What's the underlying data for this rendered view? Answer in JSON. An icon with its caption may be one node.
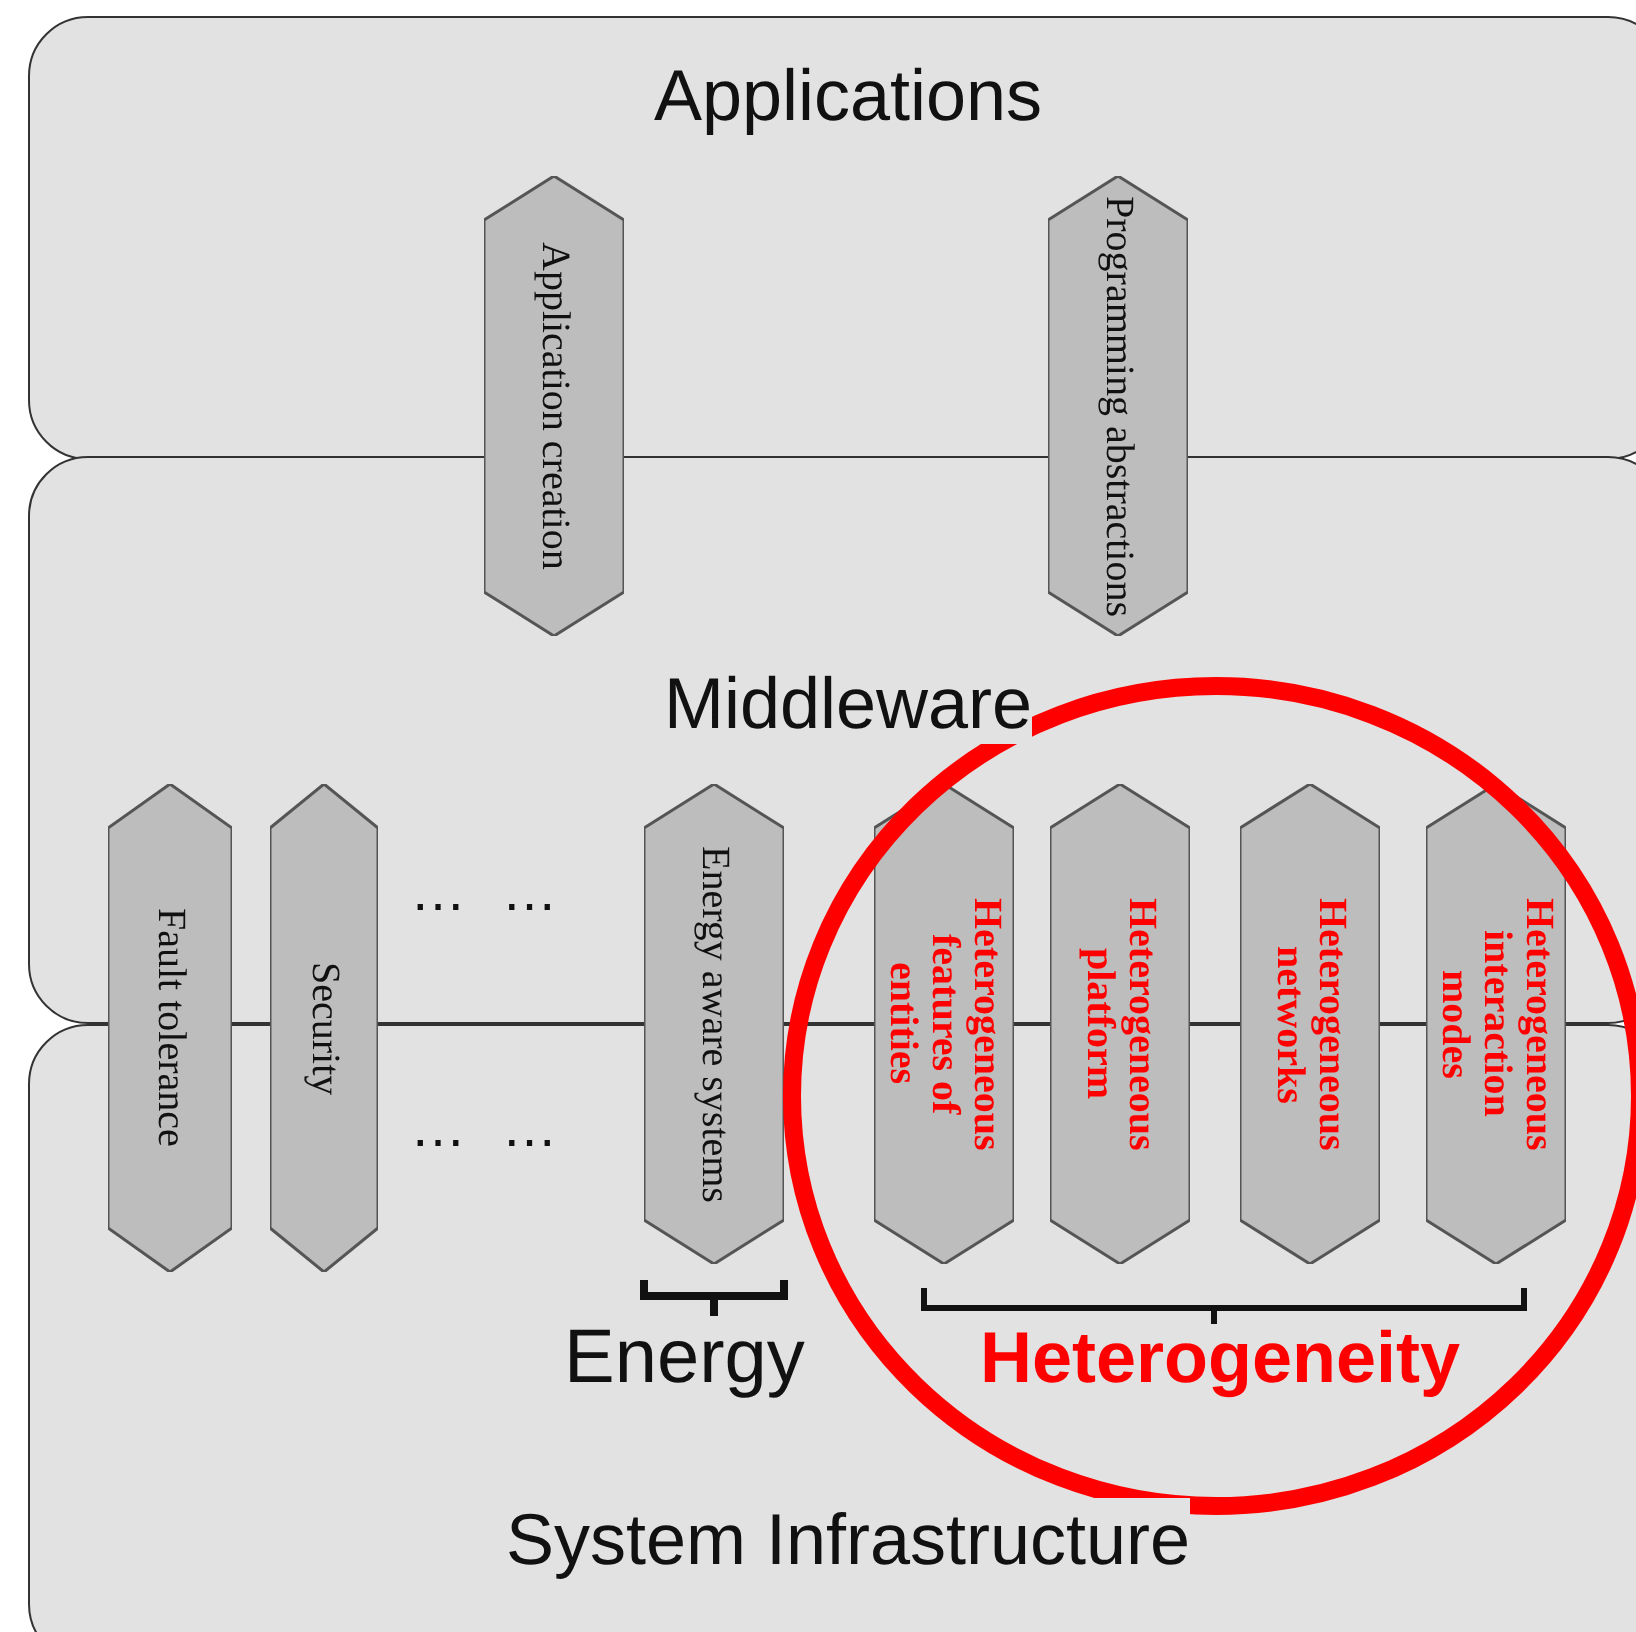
{
  "diagram": {
    "nodes": [
      {
        "text": [
          "Applications"
        ]
      },
      {
        "text": [
          "Middleware"
        ]
      },
      {
        "text": [
          "System Infrastructure"
        ]
      },
      {
        "text": [
          "Application creation"
        ]
      },
      {
        "text": [
          "Programming abstractions"
        ]
      },
      {
        "text": [
          "Fault tolerance"
        ]
      },
      {
        "text": [
          "Security"
        ]
      },
      {
        "text": [
          "Energy aware systems"
        ]
      },
      {
        "text": [
          "Heterogeneous features of entities"
        ]
      },
      {
        "text": [
          "Heterogeneous platform"
        ]
      },
      {
        "text": [
          "Heterogeneous networks"
        ]
      },
      {
        "text": [
          "Heterogeneous interaction modes"
        ]
      }
    ],
    "edges": [],
    "labels": [
      "… …",
      "… …",
      "Energy",
      "Heterogeneity"
    ]
  }
}
